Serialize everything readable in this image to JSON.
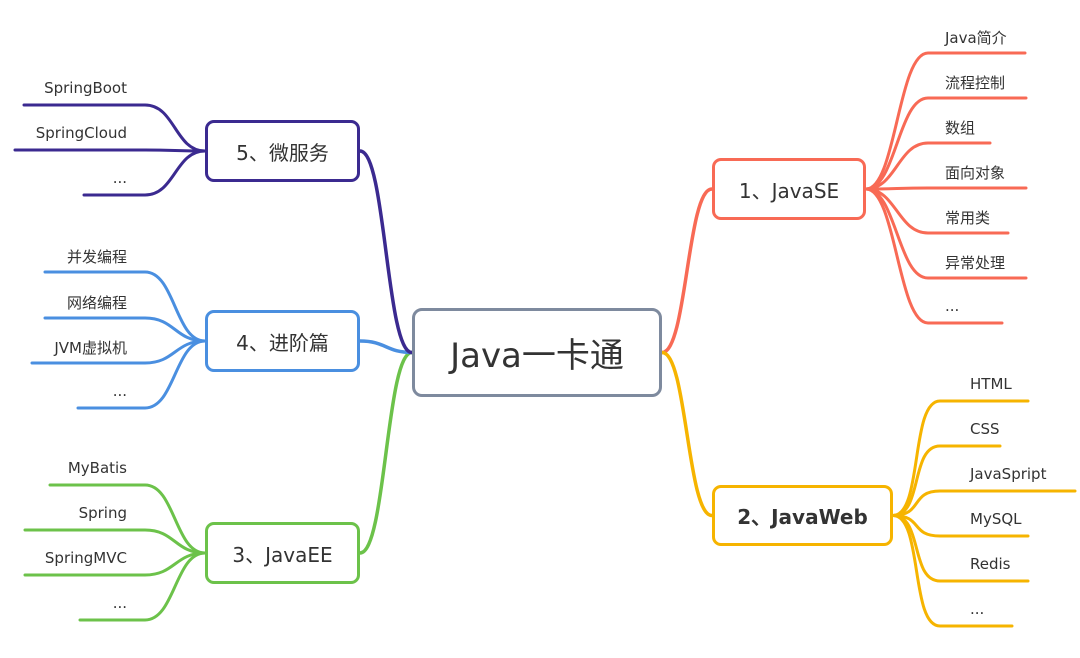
{
  "root": {
    "label": "Java一卡通",
    "color": "#7e8a9e"
  },
  "topics": [
    {
      "id": "javase",
      "label": "1、JavaSE",
      "color": "#f86a55",
      "side": "right",
      "leaves": [
        "Java简介",
        "流程控制",
        "数组",
        "面向对象",
        "常用类",
        "异常处理",
        "..."
      ]
    },
    {
      "id": "javaweb",
      "label": "2、JavaWeb",
      "color": "#f6b400",
      "side": "right",
      "bold": true,
      "leaves": [
        "HTML",
        "CSS",
        "JavaSpript",
        "MySQL",
        "Redis",
        "..."
      ]
    },
    {
      "id": "javaee",
      "label": "3、JavaEE",
      "color": "#6cc24a",
      "side": "left",
      "leaves": [
        "MyBatis",
        "Spring",
        "SpringMVC",
        "..."
      ]
    },
    {
      "id": "advanced",
      "label": "4、进阶篇",
      "color": "#4a8fe0",
      "side": "left",
      "leaves": [
        "并发编程",
        "网络编程",
        "JVM虚拟机",
        "..."
      ]
    },
    {
      "id": "microservices",
      "label": "5、微服务",
      "color": "#3b2a90",
      "side": "left",
      "leaves": [
        "SpringBoot",
        "SpringCloud",
        "..."
      ]
    }
  ]
}
